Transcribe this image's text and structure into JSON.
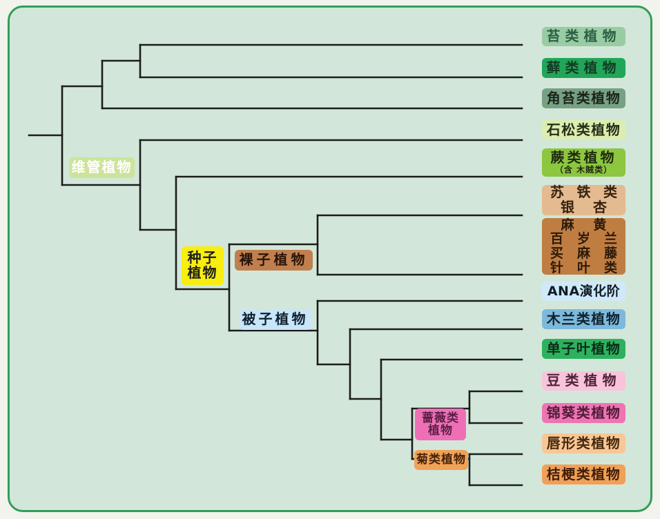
{
  "canvas": {
    "outer_bg": "#f2f3ec",
    "panel_bg": "#d2e7d9",
    "panel_border": "#2f9e57",
    "branch_color": "#1c1c1c"
  },
  "tips": [
    {
      "name": "liverworts",
      "bg": "#9acca4",
      "fg": "#2d5f44",
      "lines": [
        {
          "text": "苔类植物"
        }
      ]
    },
    {
      "name": "mosses",
      "bg": "#21a659",
      "fg": "#123b23",
      "lines": [
        {
          "text": "藓类植物"
        }
      ]
    },
    {
      "name": "hornworts",
      "bg": "#78a183",
      "fg": "#1b241d",
      "lines": [
        {
          "text": "角苔类植物"
        }
      ]
    },
    {
      "name": "lycophytes",
      "bg": "#dcedb0",
      "fg": "#262f18",
      "lines": [
        {
          "text": "石松类植物"
        }
      ]
    },
    {
      "name": "ferns",
      "bg": "#8dc63f",
      "fg": "#1e2a0e",
      "lines": [
        {
          "text": "蕨类植物"
        },
        {
          "text": "（含 木贼类）",
          "small": true
        }
      ]
    },
    {
      "name": "cycads-ginkgo",
      "bg": "#e4ba90",
      "fg": "#36220f",
      "lines": [
        {
          "text": "苏铁类",
          "spread": true
        },
        {
          "text": "银杏",
          "gap": true
        }
      ]
    },
    {
      "name": "gnetales-conifers",
      "bg": "#c07d42",
      "fg": "#2b1a09",
      "lines": [
        {
          "text": "麻黄",
          "gap": true
        },
        {
          "text": "百岁兰",
          "spread": true
        },
        {
          "text": "买麻藤",
          "spread": true
        },
        {
          "text": "针叶类",
          "spread": true
        }
      ]
    },
    {
      "name": "ana-grade",
      "bg": "#cfe9f8",
      "fg": "#101c26",
      "lines": [
        {
          "text": "ANA演化阶"
        }
      ]
    },
    {
      "name": "magnoliids",
      "bg": "#7db9da",
      "fg": "#0f2230",
      "lines": [
        {
          "text": "木兰类植物"
        }
      ]
    },
    {
      "name": "monocots",
      "bg": "#2eb15f",
      "fg": "#0b2c18",
      "lines": [
        {
          "text": "单子叶植物"
        }
      ]
    },
    {
      "name": "fabids",
      "bg": "#f9c3db",
      "fg": "#4e2338",
      "lines": [
        {
          "text": "豆类植物"
        }
      ]
    },
    {
      "name": "malvids",
      "bg": "#ee74b3",
      "fg": "#511d38",
      "lines": [
        {
          "text": "锦葵类植物"
        }
      ]
    },
    {
      "name": "lamiids",
      "bg": "#f8c795",
      "fg": "#46290f",
      "lines": [
        {
          "text": "唇形类植物"
        }
      ]
    },
    {
      "name": "campanulids",
      "bg": "#f1a057",
      "fg": "#401f09",
      "lines": [
        {
          "text": "桔梗类植物"
        }
      ]
    }
  ],
  "internal_labels": [
    {
      "name": "vascular-plants",
      "bg": "#cde39b",
      "fg": "#ffffff",
      "lines": [
        {
          "text": "维管植物"
        }
      ]
    },
    {
      "name": "seed-plants",
      "bg": "#f8ee10",
      "fg": "#1e1e1e",
      "lines": [
        {
          "text": "种子"
        },
        {
          "text": "植物"
        }
      ]
    },
    {
      "name": "gymnosperms",
      "bg": "#c07f4e",
      "fg": "#27150a",
      "lines": [
        {
          "text": "裸子植物"
        }
      ]
    },
    {
      "name": "angiosperms",
      "bg": "#c8e5f9",
      "fg": "#10202c",
      "lines": [
        {
          "text": "被子植物"
        }
      ]
    },
    {
      "name": "rosids",
      "bg": "#ef6fb7",
      "fg": "#591f44",
      "lines": [
        {
          "text": "蔷薇类"
        },
        {
          "text": "植物"
        }
      ]
    },
    {
      "name": "asterids",
      "bg": "#f1a257",
      "fg": "#44220c",
      "lines": [
        {
          "text": "菊类植物"
        }
      ]
    }
  ],
  "topology": {
    "description": "cladogram of land plant evolution",
    "root_children": [
      {
        "children": [
          {
            "children": [
              "苔类植物",
              "藓类植物"
            ]
          },
          "角苔类植物"
        ]
      },
      {
        "clade": "维管植物",
        "children": [
          "石松类植物",
          {
            "children": [
              "蕨类植物（含 木贼类）",
              {
                "clade": "种子植物",
                "children": [
                  {
                    "clade": "裸子植物",
                    "children": [
                      "苏铁类 银杏",
                      "麻黄 百岁兰 买麻藤 针叶类"
                    ]
                  },
                  {
                    "clade": "被子植物",
                    "children": [
                      "ANA演化阶",
                      {
                        "children": [
                          "木兰类植物",
                          {
                            "children": [
                              "单子叶植物",
                              {
                                "children": [
                                  {
                                    "clade": "蔷薇类植物",
                                    "children": [
                                      "豆类植物",
                                      "锦葵类植物"
                                    ]
                                  },
                                  {
                                    "clade": "菊类植物",
                                    "children": [
                                      "唇形类植物",
                                      "桔梗类植物"
                                    ]
                                  }
                                ]
                              }
                            ]
                          }
                        ]
                      }
                    ]
                  }
                ]
              }
            ]
          }
        ]
      }
    ]
  }
}
